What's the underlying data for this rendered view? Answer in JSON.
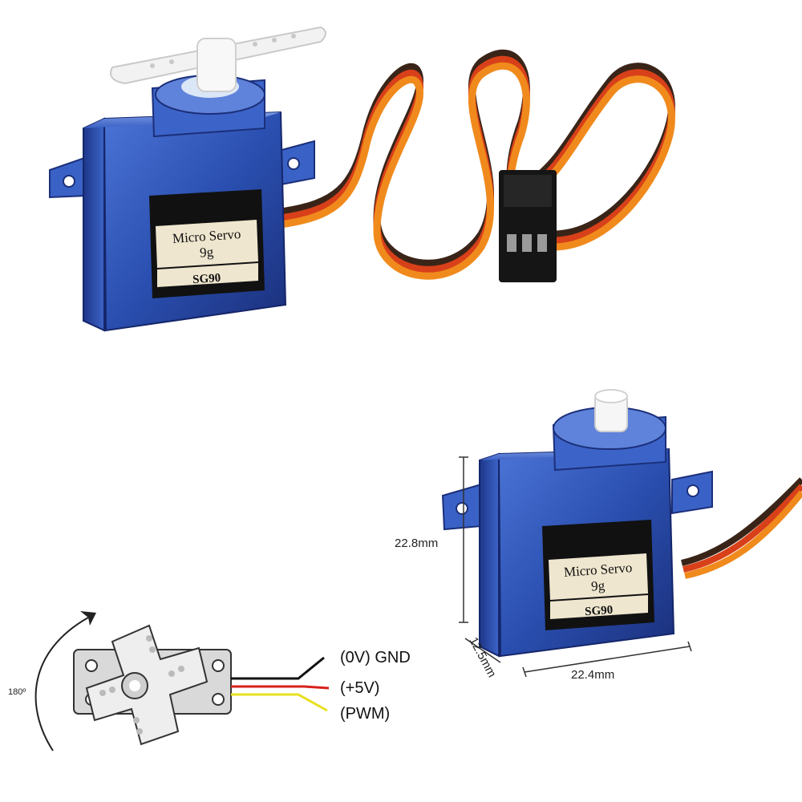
{
  "servo_top": {
    "label_line1": "Micro Servo",
    "label_line2": "9g",
    "model": "SG90"
  },
  "servo_bottom": {
    "label_line1": "Micro Servo",
    "label_line2": "9g",
    "model": "SG90"
  },
  "dimensions": {
    "height": "22.8mm",
    "depth": "12.5mm",
    "width": "22.4mm"
  },
  "rotation": {
    "angle": "180º"
  },
  "wiring": {
    "gnd": "(0V) GND",
    "vcc": "(+5V)",
    "pwm": "(PWM)"
  },
  "colors": {
    "case_blue": "#2f55b8",
    "case_dark": "#1b2f7a",
    "wire_brown": "#3a2418",
    "wire_red": "#d8401a",
    "wire_orange": "#f08a1c",
    "connector_black": "#151515",
    "horn_white": "#f2f2f2",
    "label_cream": "#efe6cf"
  }
}
